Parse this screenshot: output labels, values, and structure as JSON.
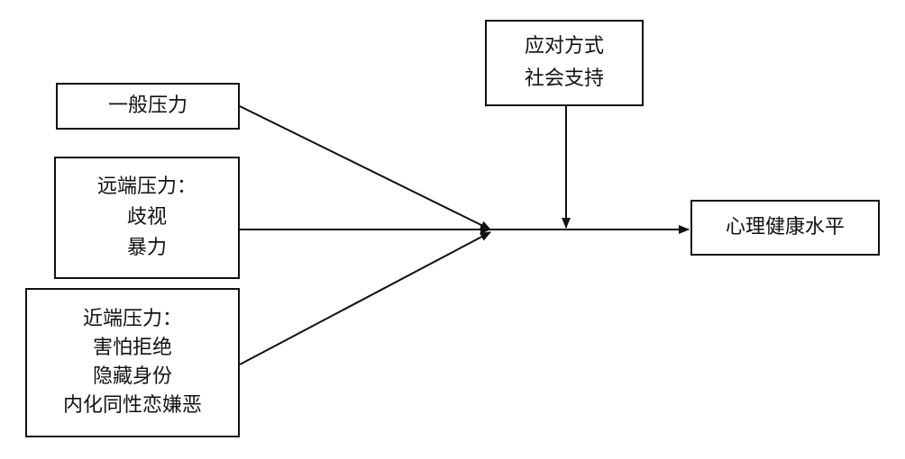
{
  "nodes": {
    "general_stress": {
      "lines": [
        "一般压力"
      ]
    },
    "distal_stress": {
      "lines": [
        "远端压力：",
        "歧视",
        "暴力"
      ]
    },
    "proximal_stress": {
      "lines": [
        "近端压力：",
        "害怕拒绝",
        "隐藏身份",
        "内化同性恋嫌恶"
      ]
    },
    "moderators": {
      "lines": [
        "应对方式",
        "社会支持"
      ]
    },
    "outcome": {
      "lines": [
        "心理健康水平"
      ]
    }
  },
  "edges": [
    {
      "from": "general_stress",
      "to": "junction"
    },
    {
      "from": "distal_stress",
      "to": "junction"
    },
    {
      "from": "proximal_stress",
      "to": "junction"
    },
    {
      "from": "junction",
      "to": "outcome"
    },
    {
      "from": "moderators",
      "to": "junction-outcome-path"
    }
  ],
  "colors": {
    "stroke": "#111111",
    "background": "#ffffff"
  }
}
